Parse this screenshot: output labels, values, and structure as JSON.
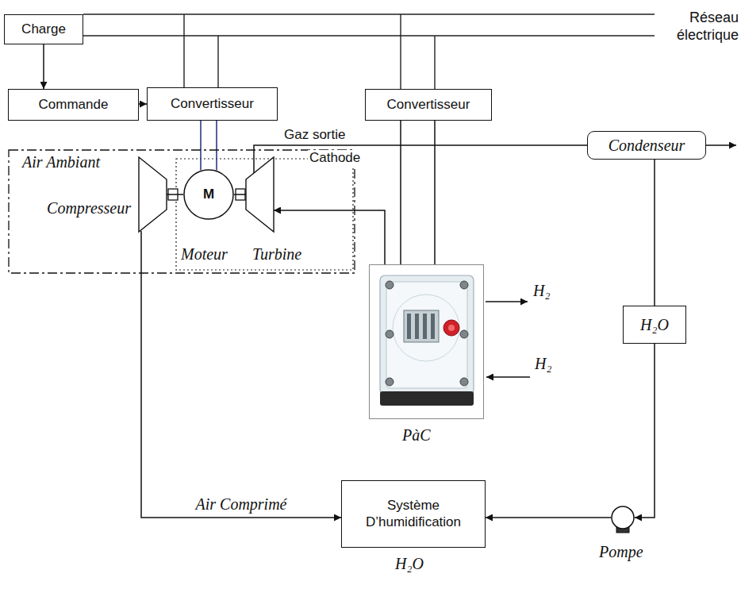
{
  "diagram": {
    "nodes": [
      {
        "text": [
          "Charge"
        ]
      },
      {
        "text": [
          "Commande"
        ]
      },
      {
        "text": [
          "Convertisseur"
        ]
      },
      {
        "text": [
          "Convertisseur"
        ]
      },
      {
        "text": [
          "Condenseur"
        ]
      },
      {
        "text": [
          "Air Ambiant"
        ]
      },
      {
        "text": [
          "Compresseur"
        ],
        "in": 5
      },
      {
        "text": [
          "M",
          "Moteur"
        ],
        "in": 5
      },
      {
        "text": [
          "Turbine"
        ],
        "in": 5
      },
      {
        "text": [
          "PàC"
        ]
      },
      {
        "text": [
          "H₂O"
        ]
      },
      {
        "text": [
          "Système D’humidification"
        ]
      },
      {
        "text": [
          "Pompe"
        ]
      }
    ],
    "edges": [
      {
        "from": 0,
        "to": 1,
        "arrow": "to"
      },
      {
        "from": 1,
        "to": 2,
        "arrow": "to"
      },
      {
        "from": 2,
        "to": 7,
        "arrow": "none"
      },
      {
        "from": 3,
        "to": 9,
        "arrow": "none"
      },
      {
        "from": 9,
        "to": 8,
        "arrow": "to"
      },
      {
        "from": 8,
        "to": 4,
        "arrow": "none"
      },
      {
        "from": 4,
        "to": 10,
        "arrow": "none"
      },
      {
        "from": 10,
        "to": 12,
        "arrow": "to"
      },
      {
        "from": 12,
        "to": 11,
        "arrow": "to"
      },
      {
        "from": 6,
        "to": 11,
        "arrow": "to",
        "label": "Air Comprimé"
      },
      {
        "from": 6,
        "to": 7,
        "arrow": "none"
      },
      {
        "from": 7,
        "to": 8,
        "arrow": "none"
      }
    ],
    "labels": [
      "Réseau électrique",
      "Gaz sortie",
      "Cathode",
      "H₂",
      "H₂",
      "H₂O"
    ]
  }
}
